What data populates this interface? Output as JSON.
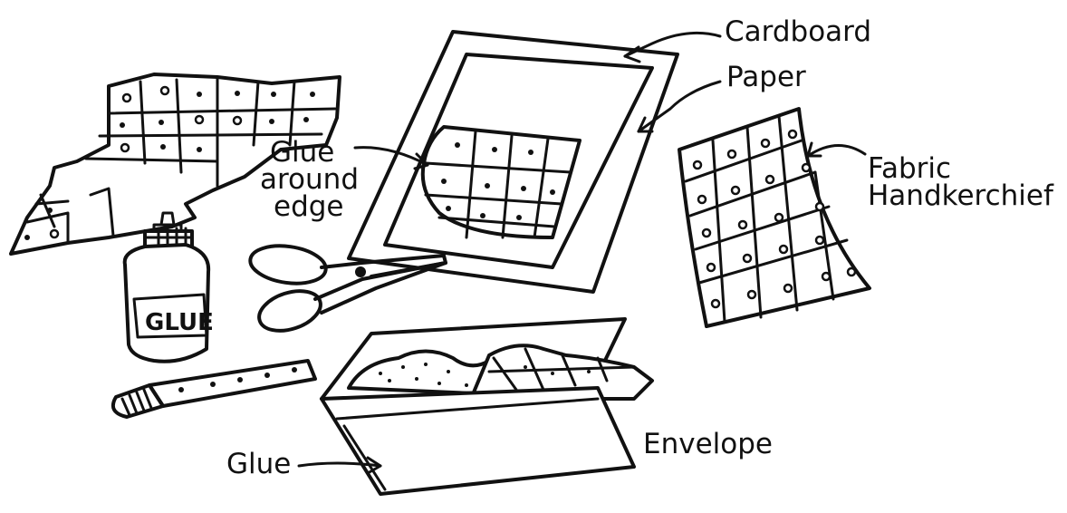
{
  "labels": {
    "cardboard": "Cardboard",
    "paper": "Paper",
    "glue_around_1": "Glue",
    "glue_around_2": "around",
    "glue_around_3": "edge",
    "fabric_1": "Fabric",
    "fabric_2": "Handkerchief",
    "envelope": "Envelope",
    "glue": "Glue"
  },
  "bottle_label": "GLUE"
}
